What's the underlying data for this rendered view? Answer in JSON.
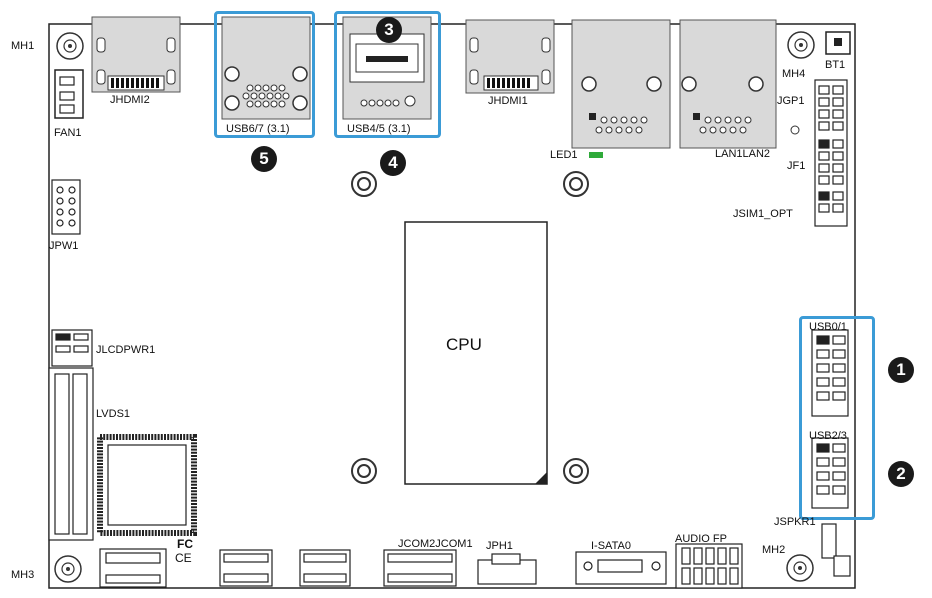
{
  "labels": {
    "mh1": "MH1",
    "mh2": "MH2",
    "mh3": "MH3",
    "mh4": "MH4",
    "bt1": "BT1",
    "fan1": "FAN1",
    "jhdmi2": "JHDMI2",
    "jhdmi1": "JHDMI1",
    "usb67": "USB6/7 (3.1)",
    "usb45": "USB4/5 (3.1)",
    "led1": "LED1",
    "lan": "LAN1LAN2",
    "jgp1": "JGP1",
    "jf1": "JF1",
    "jsim1": "JSIM1_OPT",
    "jpw1": "JPW1",
    "cpu": "CPU",
    "jlcdpwr1": "JLCDPWR1",
    "lvds1": "LVDS1",
    "usb01": "USB0/1",
    "usb23": "USB2/3",
    "jspkr1": "JSPKR1",
    "jcom": "JCOM2JCOM1",
    "jph1": "JPH1",
    "isata0": "I-SATA0",
    "audio": "AUDIO FP",
    "fc": "FC",
    "ce": "CE"
  },
  "callouts": [
    "1",
    "2",
    "3",
    "4",
    "5"
  ],
  "colors": {
    "highlight": "#3b9bd6",
    "callout": "#1a1a1a",
    "led": "#2faa3a",
    "port_fill": "#d9d9d9"
  }
}
